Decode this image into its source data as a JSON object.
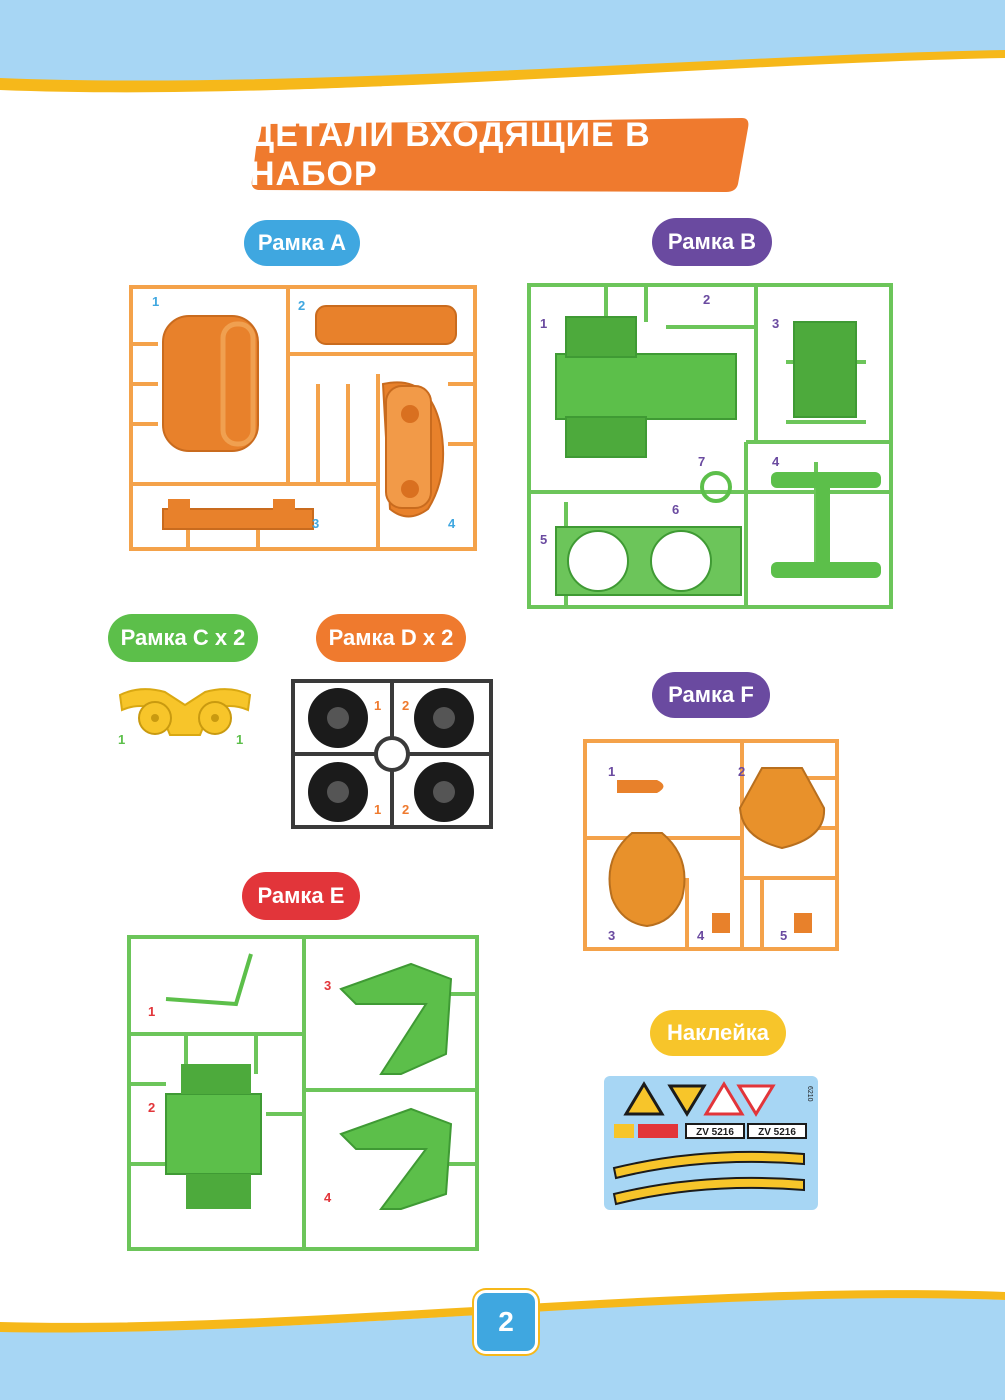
{
  "colors": {
    "sky": "#a7d6f4",
    "stripe_yellow": "#f6b81a",
    "banner_orange": "#ef7a2e",
    "blue": "#3fa7e0",
    "purple": "#6a4aa0",
    "green": "#5cbf4a",
    "orange": "#e8812b",
    "red": "#e2353a",
    "yellow": "#f7c52a",
    "frame_orange": "#f4a24a",
    "frame_green": "#6cc55a",
    "frame_dark": "#3a3a3a"
  },
  "page": {
    "title": "ДЕТАЛИ ВХОДЯЩИЕ В НАБОР",
    "page_number": "2"
  },
  "frames": {
    "a": {
      "label": "Рамка А",
      "numbers": [
        "1",
        "2",
        "3",
        "4"
      ]
    },
    "b": {
      "label": "Рамка В",
      "numbers": [
        "1",
        "2",
        "3",
        "4",
        "5",
        "6",
        "7"
      ]
    },
    "c": {
      "label": "Рамка C x 2",
      "numbers": [
        "1",
        "1"
      ]
    },
    "d": {
      "label": "Рамка D x 2",
      "numbers": [
        "1",
        "2",
        "1",
        "2"
      ]
    },
    "e": {
      "label": "Рамка E",
      "numbers": [
        "1",
        "2",
        "3",
        "4"
      ]
    },
    "f": {
      "label": "Рамка F",
      "numbers": [
        "1",
        "2",
        "3",
        "4",
        "5"
      ]
    }
  },
  "sticker": {
    "label": "Наклейка",
    "plate_text": "ZV 5216",
    "side_code": "6210"
  }
}
